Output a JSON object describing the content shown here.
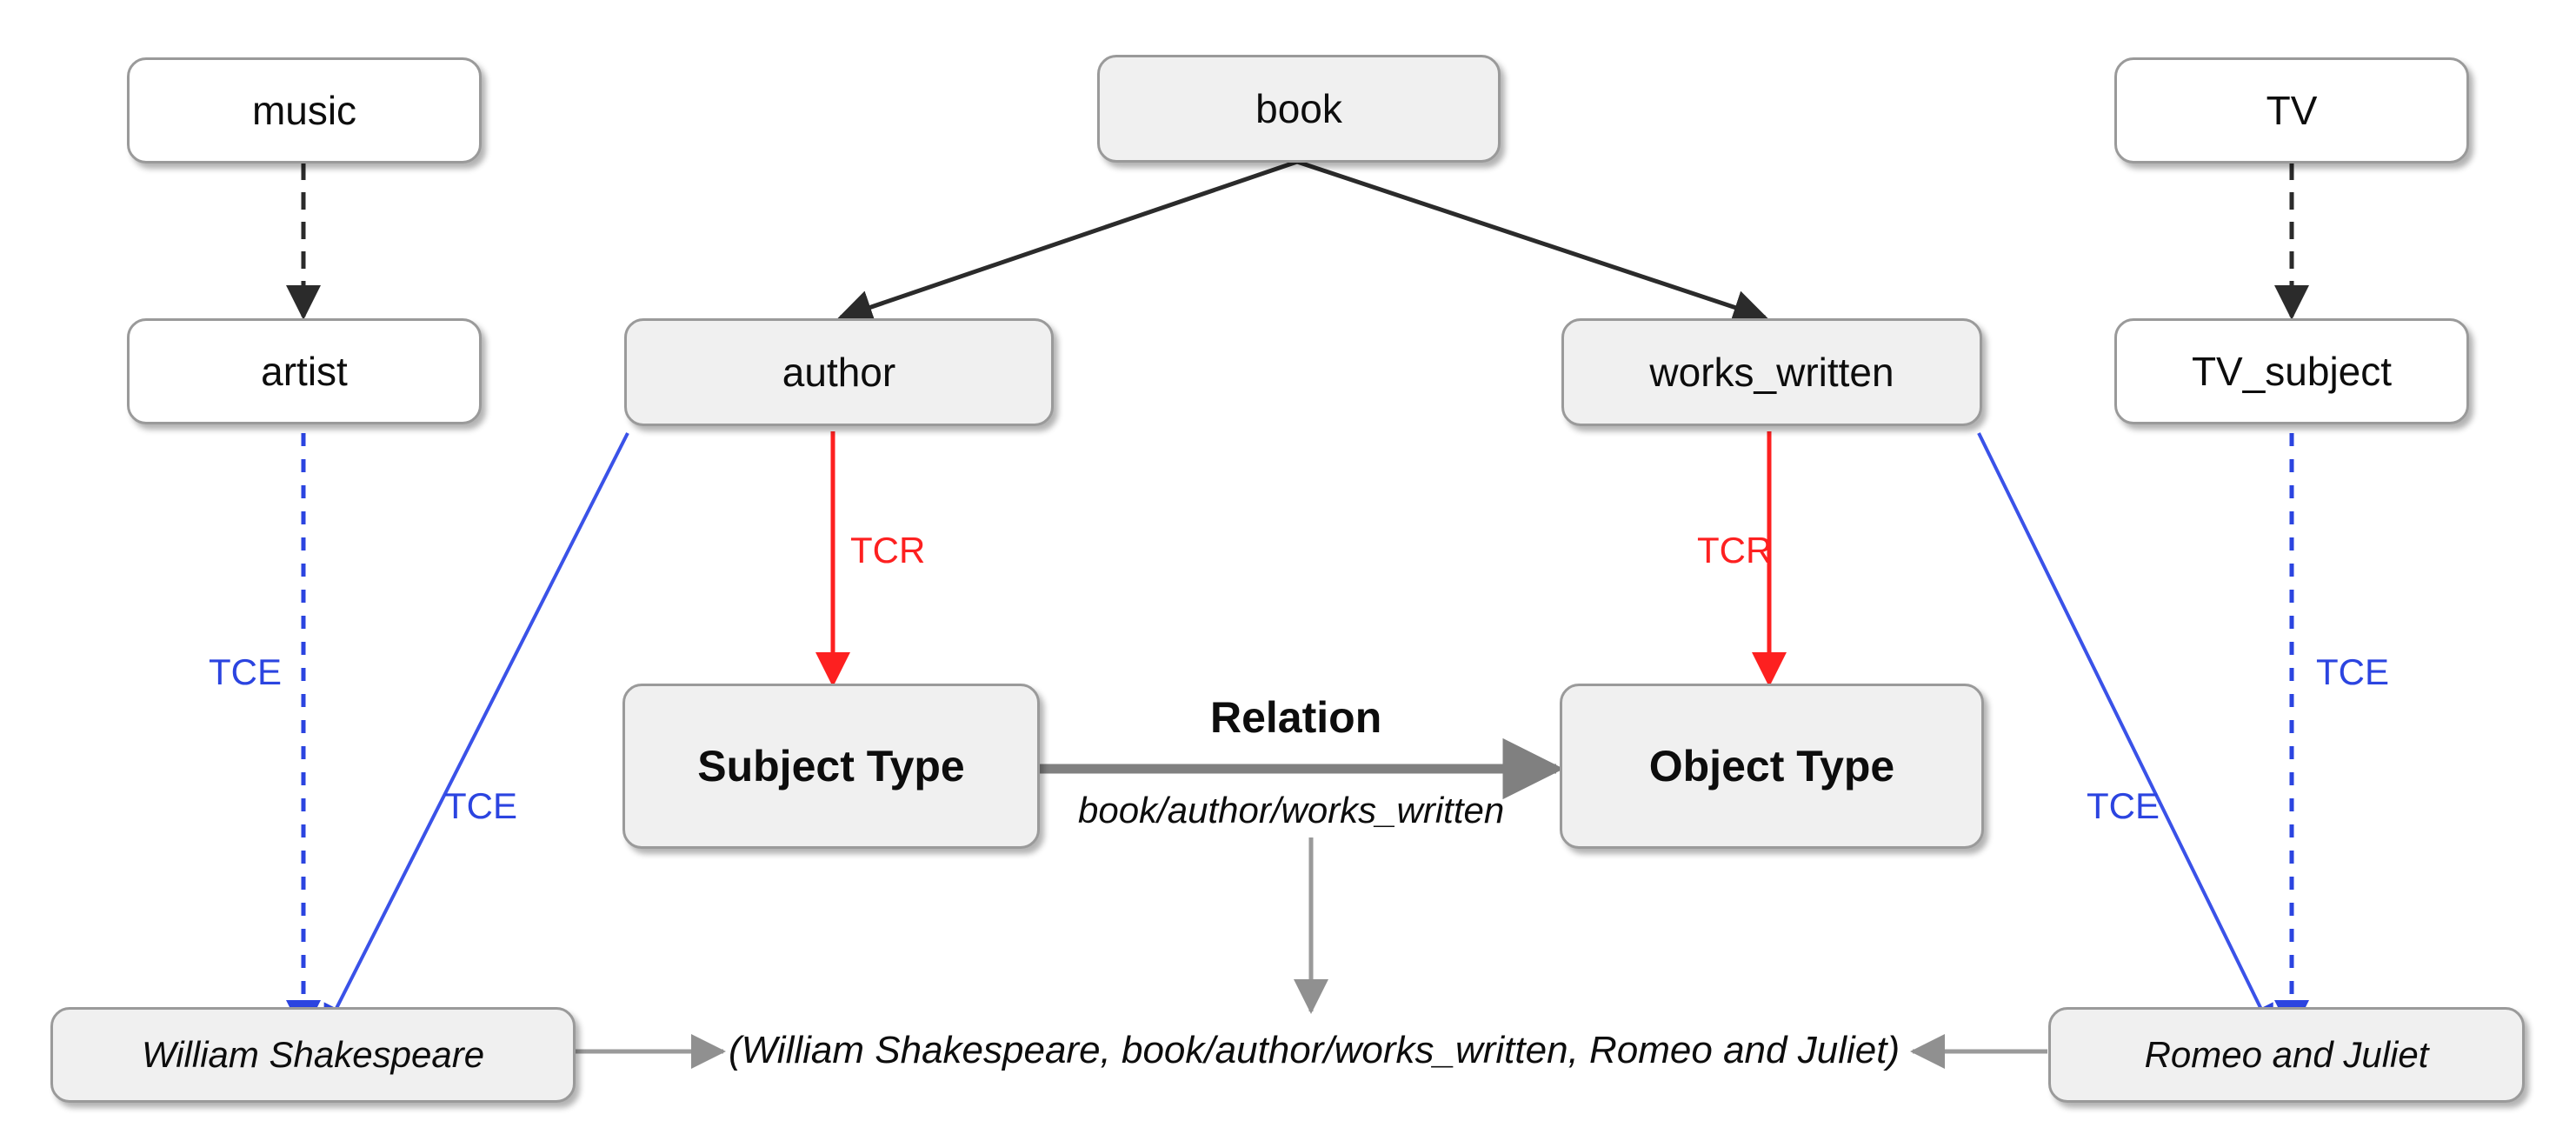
{
  "diagram": {
    "title_present": false,
    "background_color": "#ffffff",
    "colors": {
      "tce_blue": "#2b44e0",
      "tcr_red": "#fd2020",
      "node_border": "#9a9a9a",
      "node_fill_gray": "#f0f0f0",
      "node_fill_white": "#ffffff",
      "black_edge": "#2b2b2b",
      "gray_edge": "#9a9a9a",
      "text": "#0d0d0d"
    },
    "nodes": [
      {
        "id": "music",
        "label": "music",
        "fill": "white",
        "style": "plain"
      },
      {
        "id": "book",
        "label": "book",
        "fill": "gray",
        "style": "plain"
      },
      {
        "id": "tv",
        "label": "TV",
        "fill": "white",
        "style": "plain"
      },
      {
        "id": "artist",
        "label": "artist",
        "fill": "white",
        "style": "plain"
      },
      {
        "id": "author",
        "label": "author",
        "fill": "gray",
        "style": "plain"
      },
      {
        "id": "works_written",
        "label": "works_written",
        "fill": "gray",
        "style": "plain"
      },
      {
        "id": "tv_subject",
        "label": "TV_subject",
        "fill": "white",
        "style": "plain"
      },
      {
        "id": "subject_type",
        "label": "Subject Type",
        "fill": "gray",
        "style": "bold"
      },
      {
        "id": "object_type",
        "label": "Object Type",
        "fill": "gray",
        "style": "bold"
      },
      {
        "id": "shakespeare",
        "label": "William Shakespeare",
        "fill": "gray",
        "style": "italic"
      },
      {
        "id": "romeo",
        "label": "Romeo and Juliet",
        "fill": "gray",
        "style": "italic"
      }
    ],
    "edge_labels": {
      "tce": "TCE",
      "tcr": "TCR",
      "relation": "Relation",
      "relation_path": "book/author/works_written"
    },
    "triple_text": "(William Shakespeare, book/author/works_written, Romeo and Juliet)",
    "edges": [
      {
        "from": "music",
        "to": "artist",
        "style": "dashed",
        "color": "black",
        "label": ""
      },
      {
        "from": "tv",
        "to": "tv_subject",
        "style": "dashed",
        "color": "black",
        "label": ""
      },
      {
        "from": "book",
        "to": "author",
        "style": "solid",
        "color": "black",
        "label": ""
      },
      {
        "from": "book",
        "to": "works_written",
        "style": "solid",
        "color": "black",
        "label": ""
      },
      {
        "from": "author",
        "to": "subject_type",
        "style": "solid",
        "color": "red",
        "label": "TCR"
      },
      {
        "from": "works_written",
        "to": "object_type",
        "style": "solid",
        "color": "red",
        "label": "TCR"
      },
      {
        "from": "artist",
        "to": "shakespeare",
        "style": "dashed",
        "color": "blue",
        "label": "TCE"
      },
      {
        "from": "author",
        "to": "shakespeare",
        "style": "solid",
        "color": "blue",
        "label": "TCE"
      },
      {
        "from": "tv_subject",
        "to": "romeo",
        "style": "dashed",
        "color": "blue",
        "label": "TCE"
      },
      {
        "from": "works_written",
        "to": "romeo",
        "style": "solid",
        "color": "blue",
        "label": "TCE"
      },
      {
        "from": "subject_type",
        "to": "object_type",
        "style": "solid",
        "color": "gray",
        "label": "Relation"
      },
      {
        "from": "relation_mid",
        "to": "triple",
        "style": "solid",
        "color": "gray",
        "label": ""
      },
      {
        "from": "shakespeare",
        "to": "triple",
        "style": "solid",
        "color": "gray",
        "label": ""
      },
      {
        "from": "romeo",
        "to": "triple",
        "style": "solid",
        "color": "gray",
        "label": ""
      }
    ]
  }
}
